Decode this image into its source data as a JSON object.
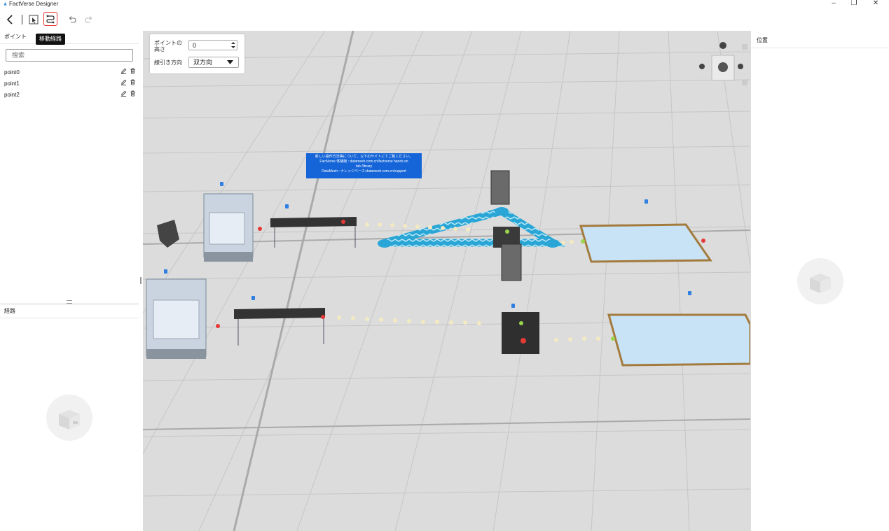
{
  "app": {
    "title": "FactVerse Designer"
  },
  "window_controls": {
    "minimize": "–",
    "restore": "❐",
    "close": "✕"
  },
  "toolbar": {
    "back_label": "<",
    "tooltip": "移動経路",
    "icons": [
      "back-icon",
      "select-icon",
      "route-icon",
      "undo-icon",
      "redo-icon"
    ]
  },
  "points_panel": {
    "title": "ポイント",
    "search_placeholder": "搜索",
    "items": [
      {
        "label": "point0"
      },
      {
        "label": "point1"
      },
      {
        "label": "point2"
      }
    ]
  },
  "route_panel": {
    "title": "経路"
  },
  "properties": {
    "height_label": "ポイントの高さ",
    "height_value": "0",
    "direction_label": "線引き方向",
    "direction_value": "双方向"
  },
  "right_panel": {
    "title": "位置"
  },
  "scene": {
    "info_text": [
      "新しい操作方法等について、以下のサイトにてご覧ください。",
      "FactVerse 体験版 : datamesh.com.cn/factverse hands on",
      "tab /library",
      "DataMesh : ナレッジベース:datamesh.com.cn/support"
    ]
  },
  "colors": {
    "accent": "#e53935",
    "floor": "#dcdcdc",
    "banner": "#1565d8",
    "route": "#2aa6d6"
  }
}
